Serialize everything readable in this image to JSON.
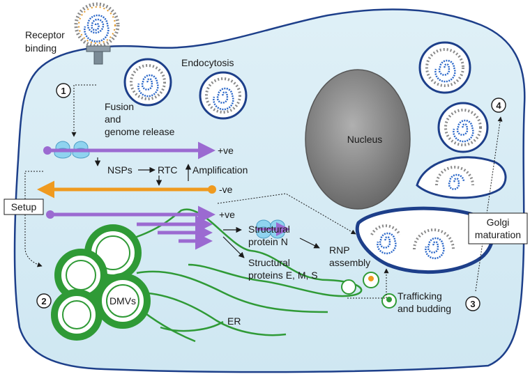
{
  "labels": {
    "receptor_binding_1": "Receptor",
    "receptor_binding_2": "binding",
    "endocytosis": "Endocytosis",
    "fusion_1": "Fusion",
    "fusion_2": "and",
    "fusion_3": "genome release",
    "plus_ve_1": "+ve",
    "nsps": "NSPs",
    "rtc": "RTC",
    "amplification": "Amplification",
    "minus_ve": "-ve",
    "plus_ve_2": "+ve",
    "setup": "Setup",
    "structural_n_1": "Structural",
    "structural_n_2": "protein N",
    "rnp_1": "RNP",
    "rnp_2": "assembly",
    "structural_ems_1": "Structural",
    "structural_ems_2": "proteins E, M, S",
    "nucleus": "Nucleus",
    "golgi_1": "Golgi",
    "golgi_2": "maturation",
    "trafficking_1": "Trafficking",
    "trafficking_2": "and budding",
    "dmvs": "DMVs",
    "er": "ER"
  },
  "steps": [
    "1",
    "2",
    "3",
    "4"
  ],
  "colors": {
    "cytoplasm": "#d6ecf5",
    "membrane": "#1d3f8a",
    "positive_strand": "#9b6ad1",
    "negative_strand": "#ef9a1f",
    "er": "#2f9a36",
    "nucleus": "#7f7f7f",
    "ribosome": "#8fd3ef"
  }
}
